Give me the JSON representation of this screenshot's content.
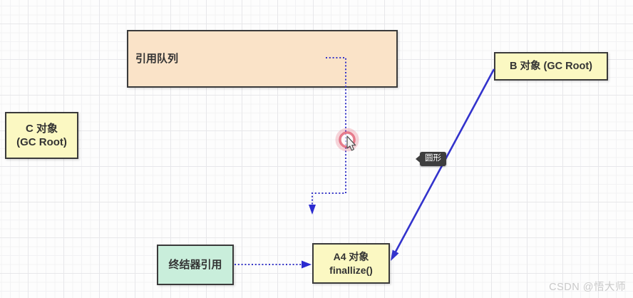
{
  "diagram": {
    "nodes": {
      "reference_queue": {
        "label": "引用队列"
      },
      "c_object": {
        "line1": "C 对象",
        "line2": "(GC Root)"
      },
      "b_object": {
        "label": "B 对象 (GC Root)"
      },
      "finalizer_ref": {
        "label": "终结器引用"
      },
      "a4_object": {
        "line1": "A4 对象",
        "line2": "finallize()"
      }
    },
    "tooltip": {
      "label": "圆形"
    },
    "watermark": "CSDN @悟大师",
    "colors": {
      "node_yellow": "#fbf8c2",
      "node_peach": "#fae3c8",
      "node_mint": "#c9eedb",
      "node_border": "#3a3a3a",
      "arrow_blue": "#3333cc",
      "dotted_blue": "#3737c8",
      "tooltip_bg": "#3e3e3e",
      "click_indicator_red": "#e05a6e",
      "watermark_gray": "#c9c9c9"
    }
  }
}
